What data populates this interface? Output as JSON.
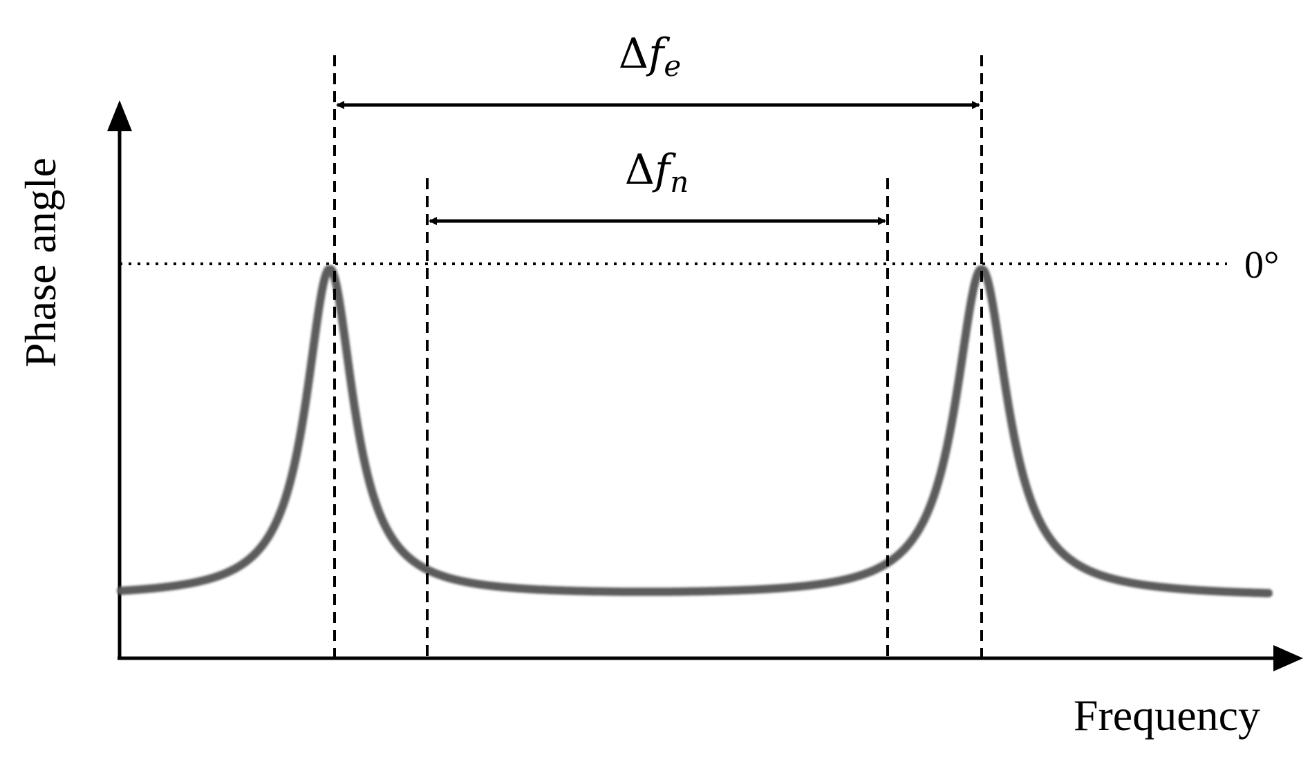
{
  "chart_data": {
    "type": "line",
    "xlabel": "Frequency",
    "ylabel": "Phase angle",
    "reference_line": {
      "label": "0°",
      "style": "dotted"
    },
    "annotations": [
      {
        "symbol": "Δ",
        "italic": "f",
        "subscript": "e"
      },
      {
        "symbol": "Δ",
        "italic": "f",
        "subscript": "n"
      }
    ],
    "curve": {
      "color": "#5c5c5c",
      "shape": "two resonance peaks touching the 0° line, low flat baseline between and outside them"
    },
    "axis_color": "#000000",
    "guide_line_style": "dashed"
  }
}
